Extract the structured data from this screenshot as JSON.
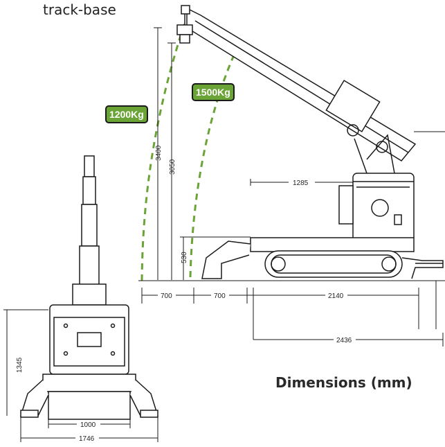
{
  "header": {
    "text": "track-base"
  },
  "caption": "Dimensions (mm)",
  "loads": {
    "left": "1200Kg",
    "right": "1500Kg"
  },
  "dimensions": {
    "arm_1285": "1285",
    "h_3400": "3400",
    "h_3050": "3050",
    "h_530": "530",
    "w_700_left": "700",
    "w_700_right": "700",
    "l_2140": "2140",
    "l_2436": "2436",
    "front_height": "1345",
    "front_inner": "1000",
    "front_outer": "1746"
  },
  "colors": {
    "accent": "#6aa436",
    "line": "#1a1a1a"
  }
}
